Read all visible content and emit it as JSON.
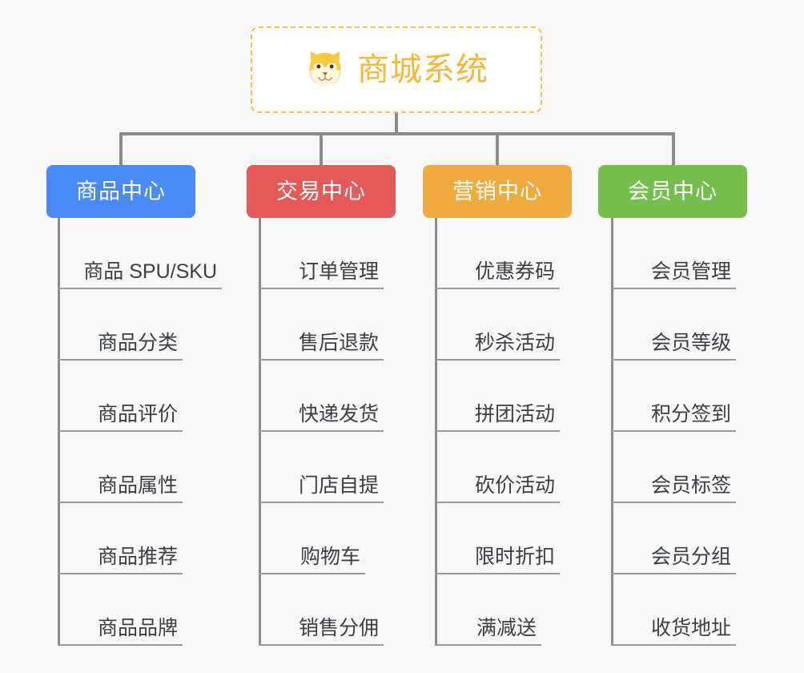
{
  "page": {
    "background_color": "#f8f8f8",
    "line_color": "#8c8c8c"
  },
  "root": {
    "title": "商城系统",
    "icon": "dog-face-emoji",
    "icon_glyph": "🐶",
    "text_color": "#f2b838",
    "border_color": "#f4c33a",
    "background_color": "#ffffff"
  },
  "categories": [
    {
      "label": "商品中心",
      "color": "#4a8af4",
      "items": [
        "商品 SPU/SKU",
        "商品分类",
        "商品评价",
        "商品属性",
        "商品推荐",
        "商品品牌"
      ]
    },
    {
      "label": "交易中心",
      "color": "#e4595a",
      "items": [
        "订单管理",
        "售后退款",
        "快递发货",
        "门店自提",
        "购物车",
        "销售分佣"
      ]
    },
    {
      "label": "营销中心",
      "color": "#eeaa3c",
      "items": [
        "优惠券码",
        "秒杀活动",
        "拼团活动",
        "砍价活动",
        "限时折扣",
        "满减送"
      ]
    },
    {
      "label": "会员中心",
      "color": "#74bf4b",
      "items": [
        "会员管理",
        "会员等级",
        "积分签到",
        "会员标签",
        "会员分组",
        "收货地址"
      ]
    }
  ]
}
